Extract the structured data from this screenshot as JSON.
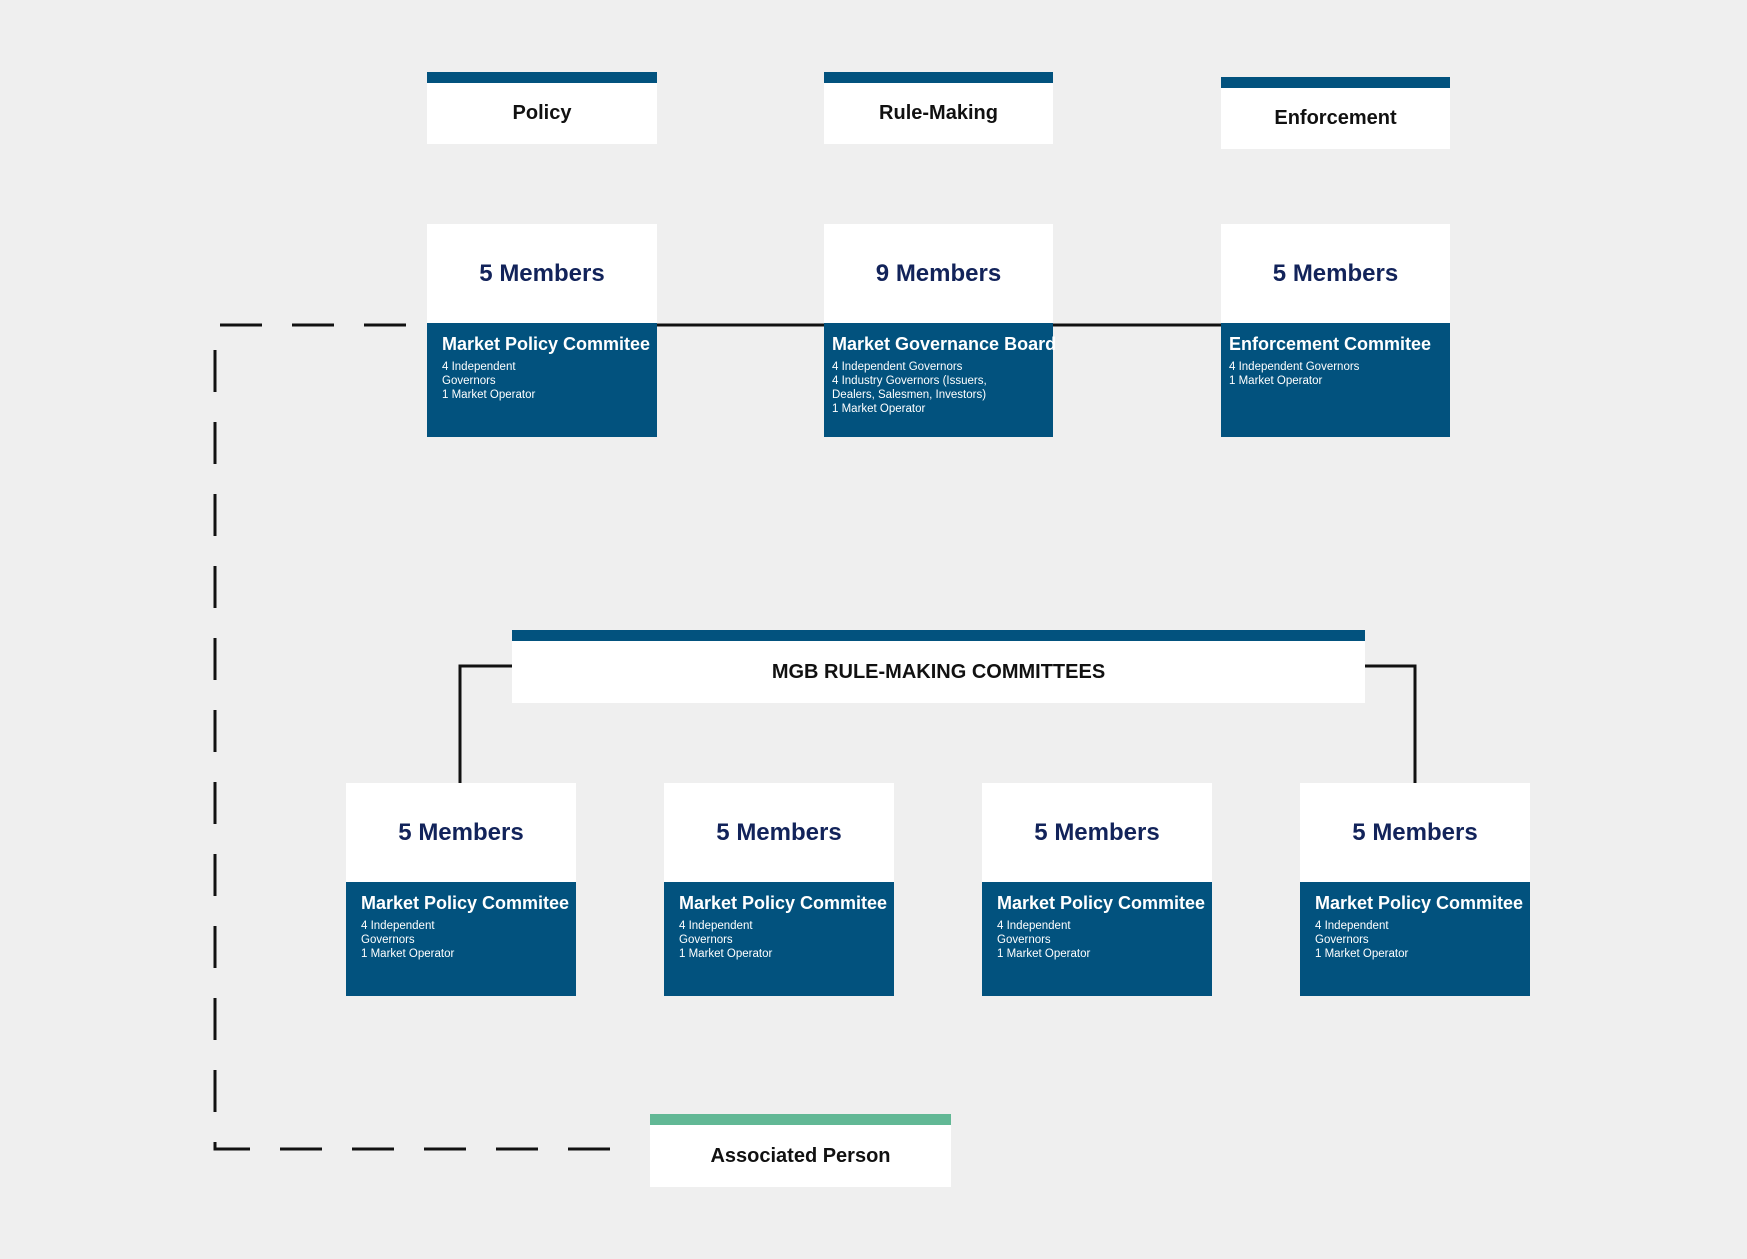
{
  "colors": {
    "background": "#efefef",
    "accent_bar": "#02527e",
    "associated_bar": "#62b895",
    "members_text": "#12235a"
  },
  "columns": [
    {
      "label": "Policy"
    },
    {
      "label": "Rule-Making"
    },
    {
      "label": "Enforcement"
    }
  ],
  "top_committees": [
    {
      "members": "5 Members",
      "name": "Market Policy Commitee",
      "details": [
        "4 Independent",
        "Governors",
        "1 Market Operator"
      ]
    },
    {
      "members": "9 Members",
      "name": "Market Governance Board",
      "details": [
        "4 Independent Governors",
        "4 Industry Governors (Issuers,",
        "Dealers, Salesmen, Investors)",
        "1 Market Operator"
      ]
    },
    {
      "members": "5 Members",
      "name": "Enforcement Commitee",
      "details": [
        "4 Independent Governors",
        "1 Market Operator"
      ]
    }
  ],
  "rule_making_header": "MGB RULE-MAKING COMMITTEES",
  "sub_committees": [
    {
      "members": "5 Members",
      "name": "Market Policy Commitee",
      "details": [
        "4 Independent",
        "Governors",
        "1 Market Operator"
      ]
    },
    {
      "members": "5 Members",
      "name": "Market Policy Commitee",
      "details": [
        "4 Independent",
        "Governors",
        "1 Market Operator"
      ]
    },
    {
      "members": "5 Members",
      "name": "Market Policy Commitee",
      "details": [
        "4 Independent",
        "Governors",
        "1 Market Operator"
      ]
    },
    {
      "members": "5 Members",
      "name": "Market Policy Commitee",
      "details": [
        "4 Independent",
        "Governors",
        "1 Market Operator"
      ]
    }
  ],
  "associated_person": "Associated Person"
}
